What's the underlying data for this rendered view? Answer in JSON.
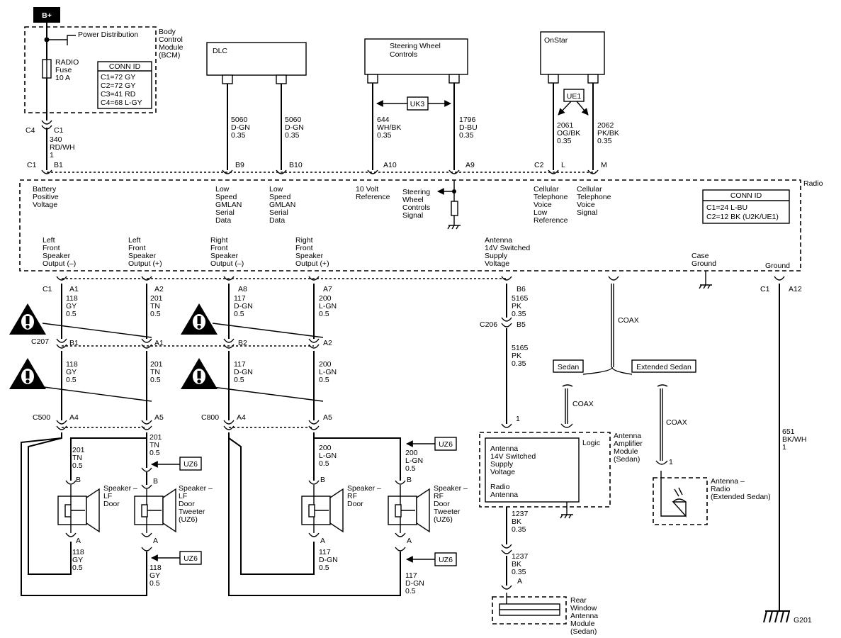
{
  "components": {
    "bplus": "B+",
    "bcm": [
      "Body",
      "Control",
      "Module",
      "(BCM)"
    ],
    "power_distribution": "Power Distribution",
    "fuse": [
      "RADIO",
      "Fuse",
      "10 A"
    ],
    "bcm_conn_id": {
      "title": "CONN ID",
      "rows": [
        "C1=72 GY",
        "C2=72 GY",
        "C3=41 RD",
        "C4=68 L-GY"
      ]
    },
    "dlc": "DLC",
    "steering_wheel_controls": [
      "Steering Wheel",
      "Controls"
    ],
    "onstar": "OnStar",
    "radio": "Radio",
    "radio_conn_id": {
      "title": "CONN ID",
      "rows": [
        "C1=24 L-BU",
        "C2=12 BK (U2K/UE1)"
      ]
    },
    "uk3": "UK3",
    "ue1": "UE1",
    "uz6": "UZ6",
    "sedan": "Sedan",
    "extended_sedan": "Extended Sedan",
    "coax": "COAX",
    "logic": "Logic",
    "amp_module_label": [
      "Antenna",
      "Amplifier",
      "Module",
      "(Sedan)"
    ],
    "amp_inner": [
      "Antenna",
      "14V Switched",
      "Supply",
      "Voltage"
    ],
    "amp_radio_antenna": [
      "Radio",
      "Antenna"
    ],
    "antenna_radio": [
      "Antenna –",
      "Radio",
      "(Extended Sedan)"
    ],
    "rear_window": [
      "Rear",
      "Window",
      "Antenna",
      "Module",
      "(Sedan)"
    ],
    "g201": "G201",
    "speaker_lf": [
      "Speaker –",
      "LF",
      "Door"
    ],
    "tweeter_lf": [
      "Speaker –",
      "LF",
      "Door",
      "Tweeter",
      "(UZ6)"
    ],
    "speaker_rf": [
      "Speaker –",
      "RF",
      "Door"
    ],
    "tweeter_rf": [
      "Speaker –",
      "RF",
      "Door",
      "Tweeter",
      "(UZ6)"
    ]
  },
  "radio_pins": {
    "battery": [
      "Battery",
      "Positive",
      "Voltage"
    ],
    "gmlan_b9": [
      "Low",
      "Speed",
      "GMLAN",
      "Serial",
      "Data"
    ],
    "gmlan_b10": [
      "Low",
      "Speed",
      "GMLAN",
      "Serial",
      "Data"
    ],
    "ref10v": [
      "10 Volt",
      "Reference"
    ],
    "swc_signal": [
      "Steering",
      "Wheel",
      "Controls",
      "Signal"
    ],
    "cell_low": [
      "Cellular",
      "Telephone",
      "Voice",
      "Low",
      "Reference"
    ],
    "cell_sig": [
      "Cellular",
      "Telephone",
      "Voice",
      "Signal"
    ],
    "lf_neg": [
      "Left",
      "Front",
      "Speaker",
      "Output (–)"
    ],
    "lf_pos": [
      "Left",
      "Front",
      "Speaker",
      "Output (+)"
    ],
    "rf_neg": [
      "Right",
      "Front",
      "Speaker",
      "Output (–)"
    ],
    "rf_pos": [
      "Right",
      "Front",
      "Speaker",
      "Output (+)"
    ],
    "antenna": [
      "Antenna",
      "14V Switched",
      "Supply",
      "Voltage"
    ],
    "case_ground": [
      "Case",
      "Ground"
    ],
    "ground": "Ground"
  },
  "connectors": {
    "c4": "C4",
    "c1_top": "C1",
    "c1_radio": "C1",
    "c2_radio": "C2",
    "c1_bottom": "C1",
    "c1_ground": "C1",
    "c206": "C206",
    "c207": "C207",
    "c500": "C500",
    "c800": "C800",
    "b1": "B1",
    "b9": "B9",
    "b10": "B10",
    "a10": "A10",
    "a9": "A9",
    "l": "L",
    "m": "M",
    "a1": "A1",
    "a2": "A2",
    "a8": "A8",
    "a7": "A7",
    "b6": "B6",
    "b5": "B5",
    "a12": "A12",
    "c207_b1": "B1",
    "c207_a1": "A1",
    "c207_b2": "B2",
    "c207_a2": "A2",
    "c500_a4": "A4",
    "c500_a5": "A5",
    "c800_a4": "A4",
    "c800_a5": "A5",
    "pin1_amp": "1",
    "pin1_ant": "1",
    "pin_a_rear": "A",
    "lf_b": "B",
    "lf_a": "A",
    "lft_b": "B",
    "lft_a": "A",
    "rf_b": "B",
    "rf_a": "A",
    "rft_b": "B",
    "rft_a": "A"
  },
  "wires": {
    "w340": [
      "340",
      "RD/WH",
      "1"
    ],
    "w5060a": [
      "5060",
      "D-GN",
      "0.35"
    ],
    "w5060b": [
      "5060",
      "D-GN",
      "0.35"
    ],
    "w644": [
      "644",
      "WH/BK",
      "0.35"
    ],
    "w1796": [
      "1796",
      "D-BU",
      "0.35"
    ],
    "w2061": [
      "2061",
      "OG/BK",
      "0.35"
    ],
    "w2062": [
      "2062",
      "PK/BK",
      "0.35"
    ],
    "w118a": [
      "118",
      "GY",
      "0.5"
    ],
    "w201a": [
      "201",
      "TN",
      "0.5"
    ],
    "w117a": [
      "117",
      "D-GN",
      "0.5"
    ],
    "w200a": [
      "200",
      "L-GN",
      "0.5"
    ],
    "w118b": [
      "118",
      "GY",
      "0.5"
    ],
    "w201b": [
      "201",
      "TN",
      "0.5"
    ],
    "w117b": [
      "117",
      "D-GN",
      "0.5"
    ],
    "w200b": [
      "200",
      "L-GN",
      "0.5"
    ],
    "w201c": [
      "201",
      "TN",
      "0.5"
    ],
    "w201d": [
      "201",
      "TN",
      "0.5"
    ],
    "w118c": [
      "118",
      "GY",
      "0.5"
    ],
    "w118d": [
      "118",
      "GY",
      "0.5"
    ],
    "w200c": [
      "200",
      "L-GN",
      "0.5"
    ],
    "w200d": [
      "200",
      "L-GN",
      "0.5"
    ],
    "w117c": [
      "117",
      "D-GN",
      "0.5"
    ],
    "w117d": [
      "117",
      "D-GN",
      "0.5"
    ],
    "w5165a": [
      "5165",
      "PK",
      "0.35"
    ],
    "w5165b": [
      "5165",
      "PK",
      "0.35"
    ],
    "w1237a": [
      "1237",
      "BK",
      "0.35"
    ],
    "w1237b": [
      "1237",
      "BK",
      "0.35"
    ],
    "w651": [
      "651",
      "BK/WH",
      "1"
    ]
  }
}
